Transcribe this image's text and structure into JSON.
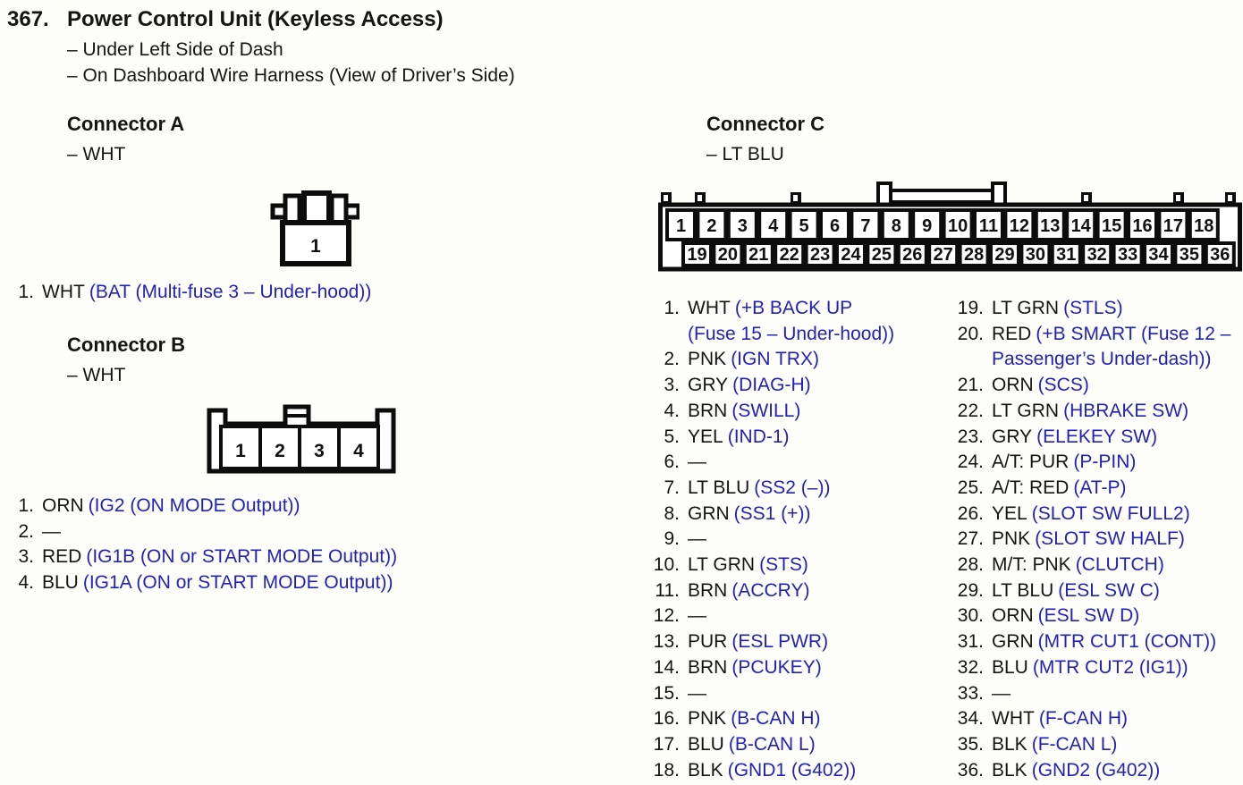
{
  "page": {
    "number": "367.",
    "title": "Power Control Unit (Keyless Access)",
    "location_line1": "– Under Left Side of Dash",
    "location_line2": "– On Dashboard Wire Harness (View of Driver’s Side)"
  },
  "colors": {
    "signal_blue": "#2222b4",
    "ink_black": "#151515"
  },
  "connector_a": {
    "title": "Connector A",
    "color_label": "– WHT",
    "cells": [
      "1"
    ],
    "pins": [
      {
        "num": "1.",
        "wire": "WHT",
        "signal": "(BAT (Multi-fuse 3 – Under-hood))"
      }
    ]
  },
  "connector_b": {
    "title": "Connector B",
    "color_label": "– WHT",
    "cells": [
      "1",
      "2",
      "3",
      "4"
    ],
    "pins": [
      {
        "num": "1.",
        "wire": "ORN",
        "signal": "(IG2 (ON MODE Output))"
      },
      {
        "num": "2.",
        "wire": "—"
      },
      {
        "num": "3.",
        "wire": "RED",
        "signal": "(IG1B (ON or START MODE Output))"
      },
      {
        "num": "4.",
        "wire": "BLU",
        "signal": "(IG1A (ON or START MODE Output))"
      }
    ]
  },
  "connector_c": {
    "title": "Connector C",
    "color_label": "– LT BLU",
    "top_row": [
      "1",
      "2",
      "3",
      "4",
      "5",
      "6",
      "7",
      "8",
      "9",
      "10",
      "11",
      "12",
      "13",
      "14",
      "15",
      "16",
      "17",
      "18"
    ],
    "bottom_row": [
      "19",
      "20",
      "21",
      "22",
      "23",
      "24",
      "25",
      "26",
      "27",
      "28",
      "29",
      "30",
      "31",
      "32",
      "33",
      "34",
      "35",
      "36"
    ],
    "pins_left": [
      {
        "num": "1.",
        "wire": "WHT",
        "signal": "(+B BACK UP",
        "signal2": "(Fuse 15 – Under-hood))"
      },
      {
        "num": "2.",
        "wire": "PNK",
        "signal": "(IGN TRX)"
      },
      {
        "num": "3.",
        "wire": "GRY",
        "signal": "(DIAG-H)"
      },
      {
        "num": "4.",
        "wire": "BRN",
        "signal": "(SWILL)"
      },
      {
        "num": "5.",
        "wire": "YEL",
        "signal": "(IND-1)"
      },
      {
        "num": "6.",
        "wire": "—"
      },
      {
        "num": "7.",
        "wire": "LT BLU",
        "signal": "(SS2 (–))"
      },
      {
        "num": "8.",
        "wire": "GRN",
        "signal": "(SS1 (+))"
      },
      {
        "num": "9.",
        "wire": "—"
      },
      {
        "num": "10.",
        "wire": "LT GRN",
        "signal": "(STS)"
      },
      {
        "num": "11.",
        "wire": "BRN",
        "signal": "(ACCRY)"
      },
      {
        "num": "12.",
        "wire": "—"
      },
      {
        "num": "13.",
        "wire": "PUR",
        "signal": "(ESL PWR)"
      },
      {
        "num": "14.",
        "wire": "BRN",
        "signal": "(PCUKEY)"
      },
      {
        "num": "15.",
        "wire": "—"
      },
      {
        "num": "16.",
        "wire": "PNK",
        "signal": "(B-CAN H)"
      },
      {
        "num": "17.",
        "wire": "BLU",
        "signal": "(B-CAN L)"
      },
      {
        "num": "18.",
        "wire": "BLK",
        "signal": "(GND1 (G402))"
      }
    ],
    "pins_right": [
      {
        "num": "19.",
        "wire": "LT GRN",
        "signal": "(STLS)"
      },
      {
        "num": "20.",
        "wire": "RED",
        "signal": "(+B SMART (Fuse 12 –",
        "signal2": "Passenger’s Under-dash))"
      },
      {
        "num": "21.",
        "wire": "ORN",
        "signal": "(SCS)"
      },
      {
        "num": "22.",
        "wire": "LT GRN",
        "signal": "(HBRAKE SW)"
      },
      {
        "num": "23.",
        "wire": "GRY",
        "signal": "(ELEKEY SW)"
      },
      {
        "num": "24.",
        "wire": "A/T: PUR",
        "signal": "(P-PIN)"
      },
      {
        "num": "25.",
        "wire": "A/T: RED",
        "signal": "(AT-P)"
      },
      {
        "num": "26.",
        "wire": "YEL",
        "signal": "(SLOT SW FULL2)"
      },
      {
        "num": "27.",
        "wire": "PNK",
        "signal": "(SLOT SW HALF)"
      },
      {
        "num": "28.",
        "wire": "M/T: PNK",
        "signal": "(CLUTCH)"
      },
      {
        "num": "29.",
        "wire": "LT BLU",
        "signal": "(ESL SW C)"
      },
      {
        "num": "30.",
        "wire": "ORN",
        "signal": "(ESL SW D)"
      },
      {
        "num": "31.",
        "wire": "GRN",
        "signal": "(MTR CUT1 (CONT))"
      },
      {
        "num": "32.",
        "wire": "BLU",
        "signal": "(MTR CUT2 (IG1))"
      },
      {
        "num": "33.",
        "wire": "—"
      },
      {
        "num": "34.",
        "wire": "WHT",
        "signal": "(F-CAN H)"
      },
      {
        "num": "35.",
        "wire": "BLK",
        "signal": "(F-CAN L)"
      },
      {
        "num": "36.",
        "wire": "BLK",
        "signal": "(GND2 (G402))"
      }
    ]
  }
}
